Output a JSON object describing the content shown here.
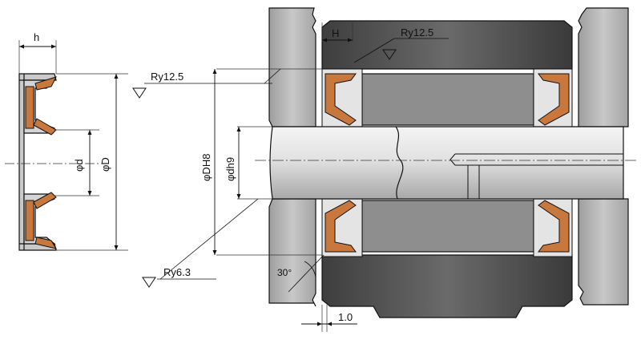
{
  "diagram": {
    "labels": {
      "h": "h",
      "H": "H",
      "bore_diameter": "φD",
      "rod_diameter": "φd",
      "groove_tolerance": "φDH8",
      "rod_tolerance": "φdh9",
      "surface_roughness_top": "Ry12.5",
      "surface_roughness_left": "Ry12.5",
      "surface_roughness_rod": "Ry6.3",
      "chamfer_angle": "30°",
      "chamfer_length": "1.0"
    },
    "colors": {
      "seal_lip": "#c8783c",
      "housing_light": "#bcbcbc",
      "housing_dark": "#4a4a4a",
      "rod": "#d6d6d6",
      "outline": "#111111"
    }
  }
}
